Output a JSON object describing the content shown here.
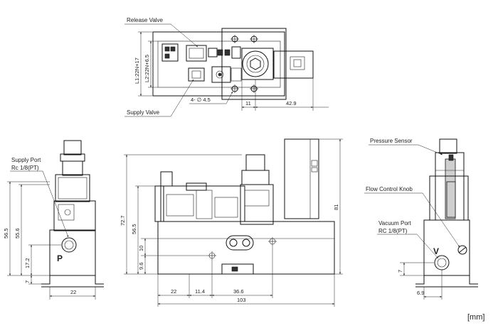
{
  "top_view": {
    "labels": {
      "release_valve": "Release Valve",
      "supply_valve": "Supply Valve"
    },
    "dims": {
      "l1": "L1:22N+17",
      "l2": "L2:22N+6.5",
      "holes": "4- ∅ 4.5",
      "d11": "11",
      "d42_9": "42.9"
    }
  },
  "left_view": {
    "labels": {
      "supply_port": "Supply Port",
      "supply_port_thread": "Rc 1/8(PT)",
      "port_p": "P"
    },
    "dims": {
      "d56_5": "56.5",
      "d55_6": "55.6",
      "d17_2": "17.2",
      "d7": "7",
      "d22": "22"
    }
  },
  "front_view": {
    "dims": {
      "d72_7": "72.7",
      "d56_5": "56.5",
      "d10": "10",
      "d9_6": "9.6",
      "d81": "81",
      "d22": "22",
      "d11_4": "11.4",
      "d36_6": "36.6",
      "d103": "103"
    }
  },
  "right_view": {
    "labels": {
      "pressure_sensor": "Pressure Sensor",
      "flow_control_knob": "Flow Control Knob",
      "vacuum_port": "Vacuum Port",
      "vacuum_port_thread": "RC 1/8(PT)",
      "port_v": "V"
    },
    "dims": {
      "d7": "7",
      "d6_9": "6.9"
    }
  },
  "units": "[mm]"
}
